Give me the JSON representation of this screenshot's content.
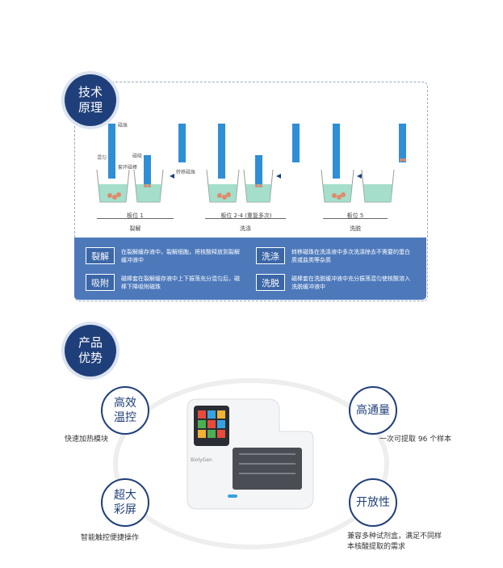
{
  "principle": {
    "badge": [
      "技术",
      "原理"
    ],
    "labels": {
      "magnet_rod": "磁珠",
      "mix": "混匀",
      "magnet_sleeve": "套环磁棒",
      "magnet_adsorb": "磁吸",
      "transfer_magnet": "转移磁珠"
    },
    "stages": [
      {
        "plate": "板位 1",
        "name": "裂解"
      },
      {
        "plate": "板位 2-4 (重复多次)",
        "name": "洗涤"
      },
      {
        "plate": "板位 5",
        "name": "洗脱"
      }
    ],
    "steps": [
      {
        "tag": "裂解",
        "desc": "在裂解缓存液中，裂解细胞，将核酸释放到裂解缓冲液中"
      },
      {
        "tag": "洗涤",
        "desc": "转移磁珠在洗涤液中多次洗涤除去不需要的蛋白质或盐类等杂质"
      },
      {
        "tag": "吸附",
        "desc": "磁棒套在裂解缓存液中上下振荡充分混匀后，磁棒下降吸附磁珠"
      },
      {
        "tag": "洗脱",
        "desc": "磁棒套在洗脱缓冲液中充分振荡混匀使核酸溶入洗脱缓冲液中"
      }
    ]
  },
  "advantages": {
    "badge": [
      "产品",
      "优势"
    ],
    "device_brand": "BiolyGen",
    "features": [
      {
        "title": [
          "高效",
          "温控"
        ],
        "note": "快速加热模块"
      },
      {
        "title": [
          "高通量"
        ],
        "note": "一次可提取 96 个样本"
      },
      {
        "title": [
          "超大",
          "彩屏"
        ],
        "note": "智能触控便捷操作"
      },
      {
        "title": [
          "开放性"
        ],
        "note": "兼容多种试剂盒，满足不同样本核酸提取的需求"
      }
    ]
  },
  "colors": {
    "navy": "#1f3f7a",
    "panel": "#4d79bb",
    "tube": "#2f8fd6",
    "liquid": "#8fd6bf"
  }
}
